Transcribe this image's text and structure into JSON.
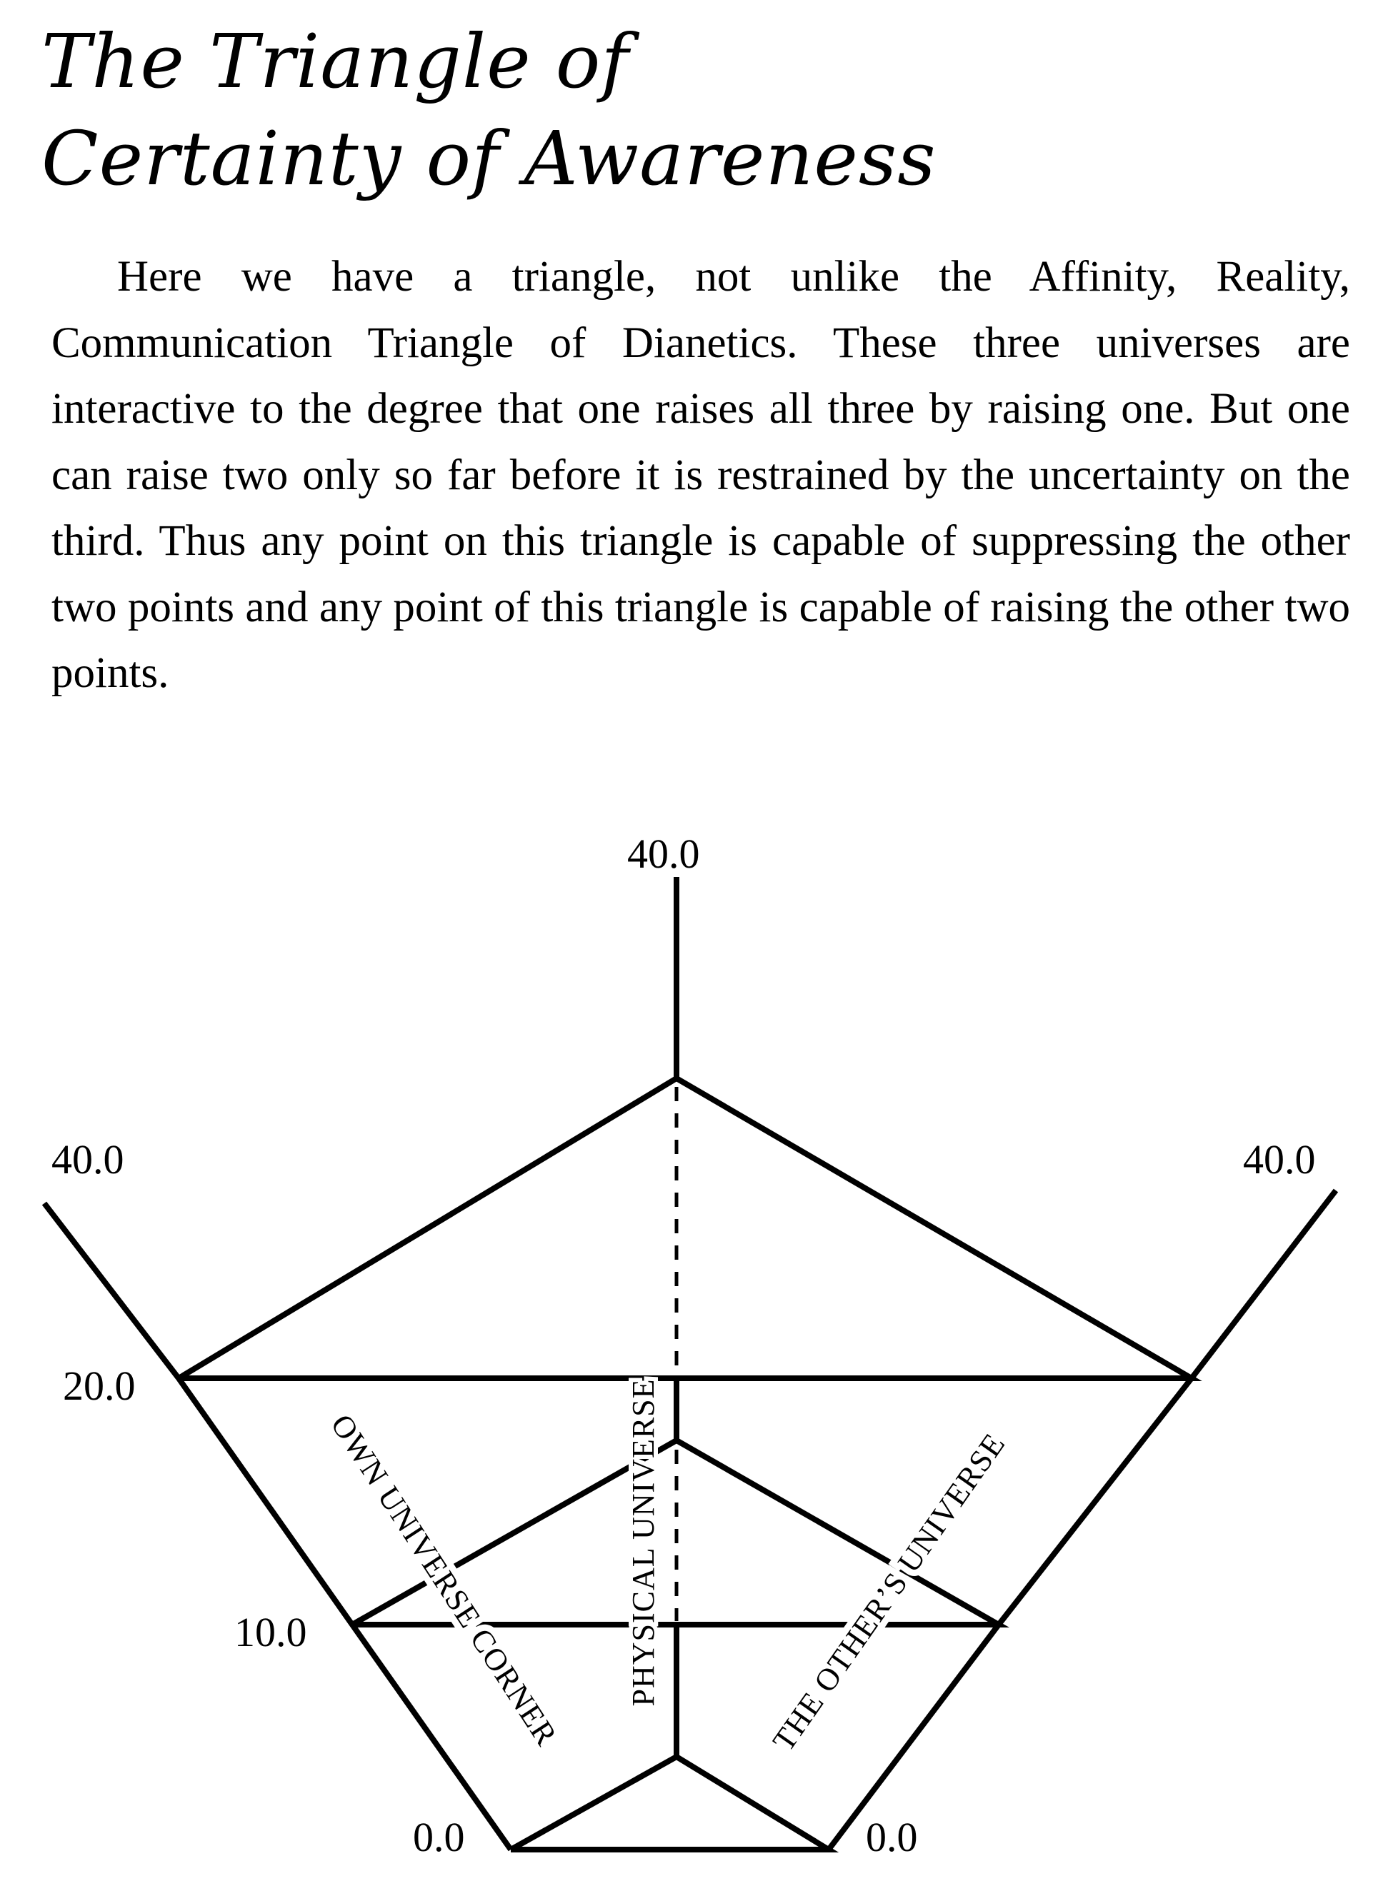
{
  "title": {
    "line1": "The Triangle of",
    "line2": "Certainty of Awareness"
  },
  "paragraph": "Here we have a triangle, not unlike the Affinity, Reality, Communication Triangle of Dianetics. These three universes are interactive to the degree that one raises all three by raising one. But one can raise two only so far before it is restrained by the uncertainty on the third. Thus any point on this triangle is capable of suppressing the other two points and any point of this triangle is capable of raising the other two points.",
  "diagram": {
    "axes": [
      {
        "name": "Own Universe Corner",
        "label": "OWN UNIVERSE CORNER"
      },
      {
        "name": "Physical Universe",
        "label": "PHYSICAL UNIVERSE"
      },
      {
        "name": "The Other's Universe",
        "label": "THE OTHER’S UNIVERSE"
      }
    ],
    "scale_labels": {
      "top_max": "40.0",
      "left_max": "40.0",
      "right_max": "40.0",
      "left_20": "20.0",
      "left_10": "10.0",
      "left_0": "0.0",
      "right_0": "0.0"
    },
    "triangles": [
      {
        "level": 20.0,
        "description": "outer triangle at 20.0"
      },
      {
        "level": 10.0,
        "description": "middle triangle at 10.0"
      },
      {
        "level": 0.0,
        "description": "inner triangle at 0.0"
      }
    ]
  },
  "chart_data": {
    "type": "radar",
    "title": "The Triangle of Certainty of Awareness",
    "axes": [
      "Own Universe Corner",
      "Physical Universe",
      "The Other's Universe"
    ],
    "scale": [
      0.0,
      10.0,
      20.0,
      40.0
    ],
    "series": [
      {
        "name": "Triangle 20.0",
        "values": [
          20.0,
          20.0,
          20.0
        ]
      },
      {
        "name": "Triangle 10.0",
        "values": [
          10.0,
          10.0,
          10.0
        ]
      },
      {
        "name": "Triangle 0.0",
        "values": [
          0.0,
          0.0,
          0.0
        ]
      }
    ]
  }
}
